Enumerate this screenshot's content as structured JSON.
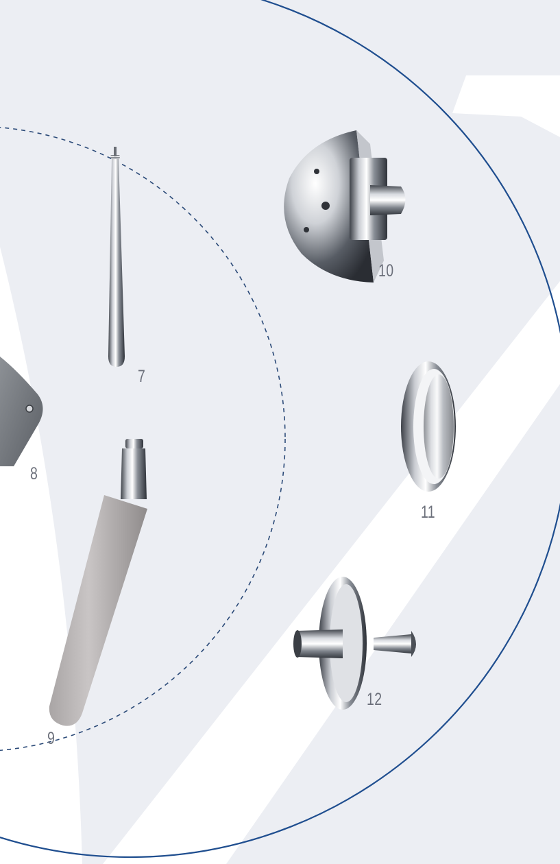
{
  "colors": {
    "background": "#eceef3",
    "circle_outline": "#1f4e8f",
    "dashed_arc": "#2b4a78",
    "metal_light": "#f4f5f7",
    "metal_dark": "#4a4f57",
    "porous_coating": "#b8b4b4",
    "label_text": "#6b6f7a"
  },
  "components": [
    {
      "number": "7",
      "icon": "tapered-stem-icon"
    },
    {
      "number": "8",
      "icon": "textured-block-icon"
    },
    {
      "number": "9",
      "icon": "porous-stem-icon"
    },
    {
      "number": "10",
      "icon": "glenosphere-icon"
    },
    {
      "number": "11",
      "icon": "liner-ring-icon"
    },
    {
      "number": "12",
      "icon": "baseplate-screw-icon"
    }
  ]
}
